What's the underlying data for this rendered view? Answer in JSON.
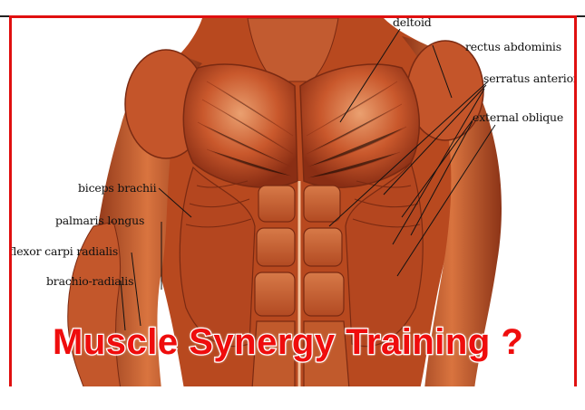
{
  "image": {
    "title": "Muscle Synergy Training ?",
    "labels": {
      "deltoid": "deltoid",
      "rectus_abdominis": "rectus abdominis",
      "serratus_anterior": "serratus anterior",
      "external_oblique": "external oblique",
      "biceps_brachii": "biceps brachii",
      "palmaris_longus": "palmaris longus",
      "flexor_carpi_radialis": "flexor carpi radialis",
      "brachio_radialis": "brachio-radialis"
    }
  },
  "colors": {
    "frame": "#e01010",
    "title": "#ef0d0d",
    "muscle_dark": "#7a2a12",
    "muscle_mid": "#c4532a",
    "muscle_light": "#e9905a"
  }
}
